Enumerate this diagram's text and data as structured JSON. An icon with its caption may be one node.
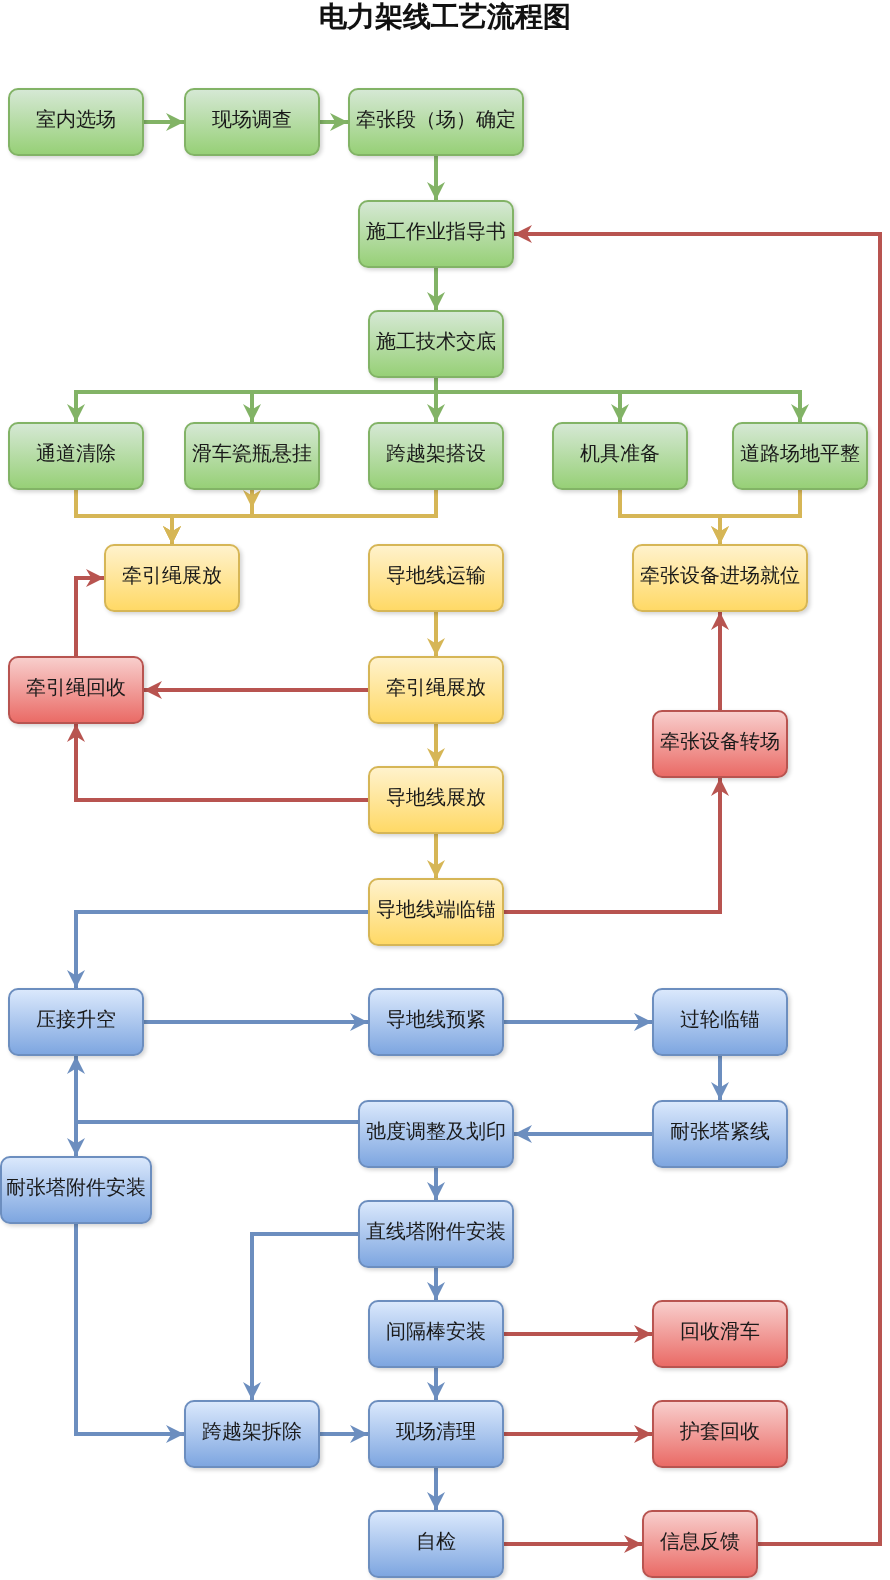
{
  "diagram": {
    "title": "电力架线工艺流程图",
    "nodes": [
      {
        "text": [
          "室内选场"
        ]
      },
      {
        "text": [
          "现场调查"
        ]
      },
      {
        "text": [
          "牵张段（场）确定"
        ]
      },
      {
        "text": [
          "施工作业指导书"
        ]
      },
      {
        "text": [
          "施工技术交底"
        ]
      },
      {
        "text": [
          "通道清除"
        ]
      },
      {
        "text": [
          "滑车瓷瓶悬挂"
        ]
      },
      {
        "text": [
          "跨越架搭设"
        ]
      },
      {
        "text": [
          "机具准备"
        ]
      },
      {
        "text": [
          "道路场地平整"
        ]
      },
      {
        "text": [
          "牵引绳展放"
        ]
      },
      {
        "text": [
          "导地线运输"
        ]
      },
      {
        "text": [
          "牵张设备进场就位"
        ]
      },
      {
        "text": [
          "牵引绳回收"
        ]
      },
      {
        "text": [
          "牵引绳展放"
        ]
      },
      {
        "text": [
          "牵张设备转场"
        ]
      },
      {
        "text": [
          "导地线展放"
        ]
      },
      {
        "text": [
          "导地线端临锚"
        ]
      },
      {
        "text": [
          "压接升空"
        ]
      },
      {
        "text": [
          "导地线预紧"
        ]
      },
      {
        "text": [
          "过轮临锚"
        ]
      },
      {
        "text": [
          "弛度调整及划印"
        ]
      },
      {
        "text": [
          "耐张塔紧线"
        ]
      },
      {
        "text": [
          "耐张塔附件安装"
        ]
      },
      {
        "text": [
          "直线塔附件安装"
        ]
      },
      {
        "text": [
          "间隔棒安装"
        ]
      },
      {
        "text": [
          "回收滑车"
        ]
      },
      {
        "text": [
          "跨越架拆除"
        ]
      },
      {
        "text": [
          "现场清理"
        ]
      },
      {
        "text": [
          "护套回收"
        ]
      },
      {
        "text": [
          "自检"
        ]
      },
      {
        "text": [
          "信息反馈"
        ]
      }
    ],
    "edges": [
      {
        "from": 0,
        "to": 1,
        "arrow": "to",
        "color": "#82b366"
      },
      {
        "from": 1,
        "to": 2,
        "arrow": "to",
        "color": "#82b366"
      },
      {
        "from": 2,
        "to": 3,
        "arrow": "to",
        "color": "#82b366"
      },
      {
        "from": 3,
        "to": 4,
        "arrow": "to",
        "color": "#82b366"
      },
      {
        "from": 4,
        "to": 5,
        "arrow": "to",
        "color": "#82b366"
      },
      {
        "from": 4,
        "to": 6,
        "arrow": "to",
        "color": "#82b366"
      },
      {
        "from": 4,
        "to": 7,
        "arrow": "to",
        "color": "#82b366"
      },
      {
        "from": 4,
        "to": 8,
        "arrow": "to",
        "color": "#82b366"
      },
      {
        "from": 4,
        "to": 9,
        "arrow": "to",
        "color": "#82b366"
      },
      {
        "from": 5,
        "to": 10,
        "arrow": "to",
        "color": "#d6b656"
      },
      {
        "from": 6,
        "to": 10,
        "arrow": "to",
        "color": "#d6b656"
      },
      {
        "from": 7,
        "to": 10,
        "arrow": "to",
        "color": "#d6b656"
      },
      {
        "from": 8,
        "to": 12,
        "arrow": "to",
        "color": "#d6b656"
      },
      {
        "from": 9,
        "to": 12,
        "arrow": "to",
        "color": "#d6b656"
      },
      {
        "from": 11,
        "to": 14,
        "arrow": "to",
        "color": "#d6b656"
      },
      {
        "from": 14,
        "to": 16,
        "arrow": "to",
        "color": "#d6b656"
      },
      {
        "from": 16,
        "to": 17,
        "arrow": "to",
        "color": "#d6b656"
      },
      {
        "from": 14,
        "to": 13,
        "arrow": "to",
        "color": "#b85450"
      },
      {
        "from": 16,
        "to": 13,
        "arrow": "to",
        "color": "#b85450"
      },
      {
        "from": 13,
        "to": 10,
        "arrow": "to",
        "color": "#b85450"
      },
      {
        "from": 17,
        "to": 15,
        "arrow": "to",
        "color": "#b85450"
      },
      {
        "from": 15,
        "to": 12,
        "arrow": "to",
        "color": "#b85450"
      },
      {
        "from": 17,
        "to": 18,
        "arrow": "to"
      },
      {
        "from": 18,
        "to": 19,
        "arrow": "to"
      },
      {
        "from": 19,
        "to": 20,
        "arrow": "to"
      },
      {
        "from": 20,
        "to": 22,
        "arrow": "to"
      },
      {
        "from": 22,
        "to": 21,
        "arrow": "to"
      },
      {
        "from": 21,
        "to": 18,
        "arrow": "to"
      },
      {
        "from": 21,
        "to": 23,
        "arrow": "to"
      },
      {
        "from": 21,
        "to": 24,
        "arrow": "to"
      },
      {
        "from": 24,
        "to": 27,
        "arrow": "to"
      },
      {
        "from": 23,
        "to": 27,
        "arrow": "to"
      },
      {
        "from": 24,
        "to": 25,
        "arrow": "to"
      },
      {
        "from": 25,
        "to": 28,
        "arrow": "to"
      },
      {
        "from": 27,
        "to": 28,
        "arrow": "to"
      },
      {
        "from": 28,
        "to": 30,
        "arrow": "to"
      },
      {
        "from": 25,
        "to": 26,
        "arrow": "to",
        "color": "#b85450"
      },
      {
        "from": 28,
        "to": 29,
        "arrow": "to",
        "color": "#b85450"
      },
      {
        "from": 30,
        "to": 31,
        "arrow": "to",
        "color": "#b85450"
      },
      {
        "from": 31,
        "to": 3,
        "arrow": "to",
        "color": "#b85450"
      }
    ]
  }
}
